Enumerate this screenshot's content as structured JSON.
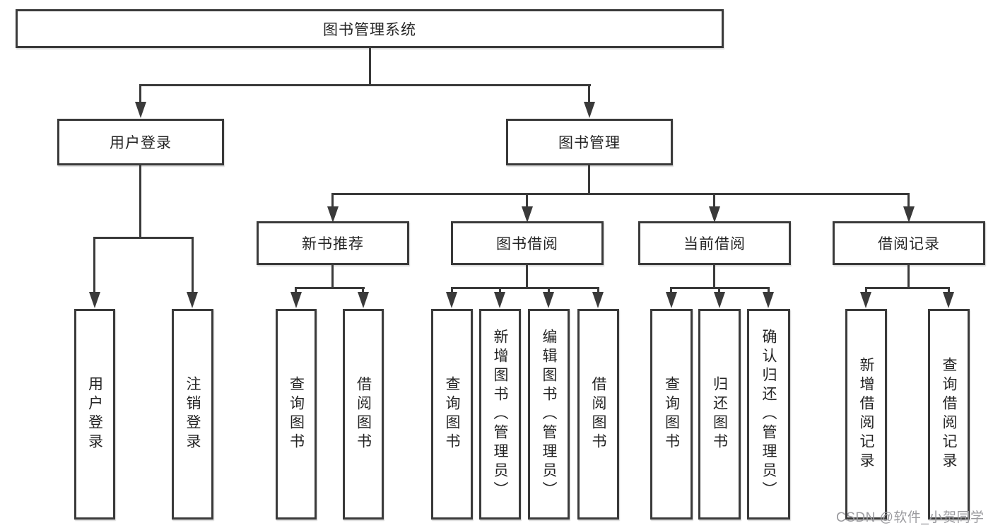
{
  "diagram": {
    "tree": {
      "label": "图书管理系统",
      "children": [
        {
          "label": "用户登录",
          "children": [
            {
              "label": "用户登录"
            },
            {
              "label": "注销登录"
            }
          ]
        },
        {
          "label": "图书管理",
          "children": [
            {
              "label": "新书推荐",
              "children": [
                {
                  "label": "查询图书"
                },
                {
                  "label": "借阅图书"
                }
              ]
            },
            {
              "label": "图书借阅",
              "children": [
                {
                  "label": "查询图书"
                },
                {
                  "label": "新增图书（管理员）"
                },
                {
                  "label": "编辑图书（管理员）"
                },
                {
                  "label": "借阅图书"
                }
              ]
            },
            {
              "label": "当前借阅",
              "children": [
                {
                  "label": "查询图书"
                },
                {
                  "label": "归还图书"
                },
                {
                  "label": "确认归还（管理员）"
                }
              ]
            },
            {
              "label": "借阅记录",
              "children": [
                {
                  "label": "新增借阅记录"
                },
                {
                  "label": "查询借阅记录"
                }
              ]
            }
          ]
        }
      ]
    },
    "watermark": "CSDN @软件_小贺同学",
    "colors": {
      "line": "#3a3a3a",
      "text": "#242424",
      "watermark": "#9b9b9f",
      "background": "#ffffff"
    }
  }
}
